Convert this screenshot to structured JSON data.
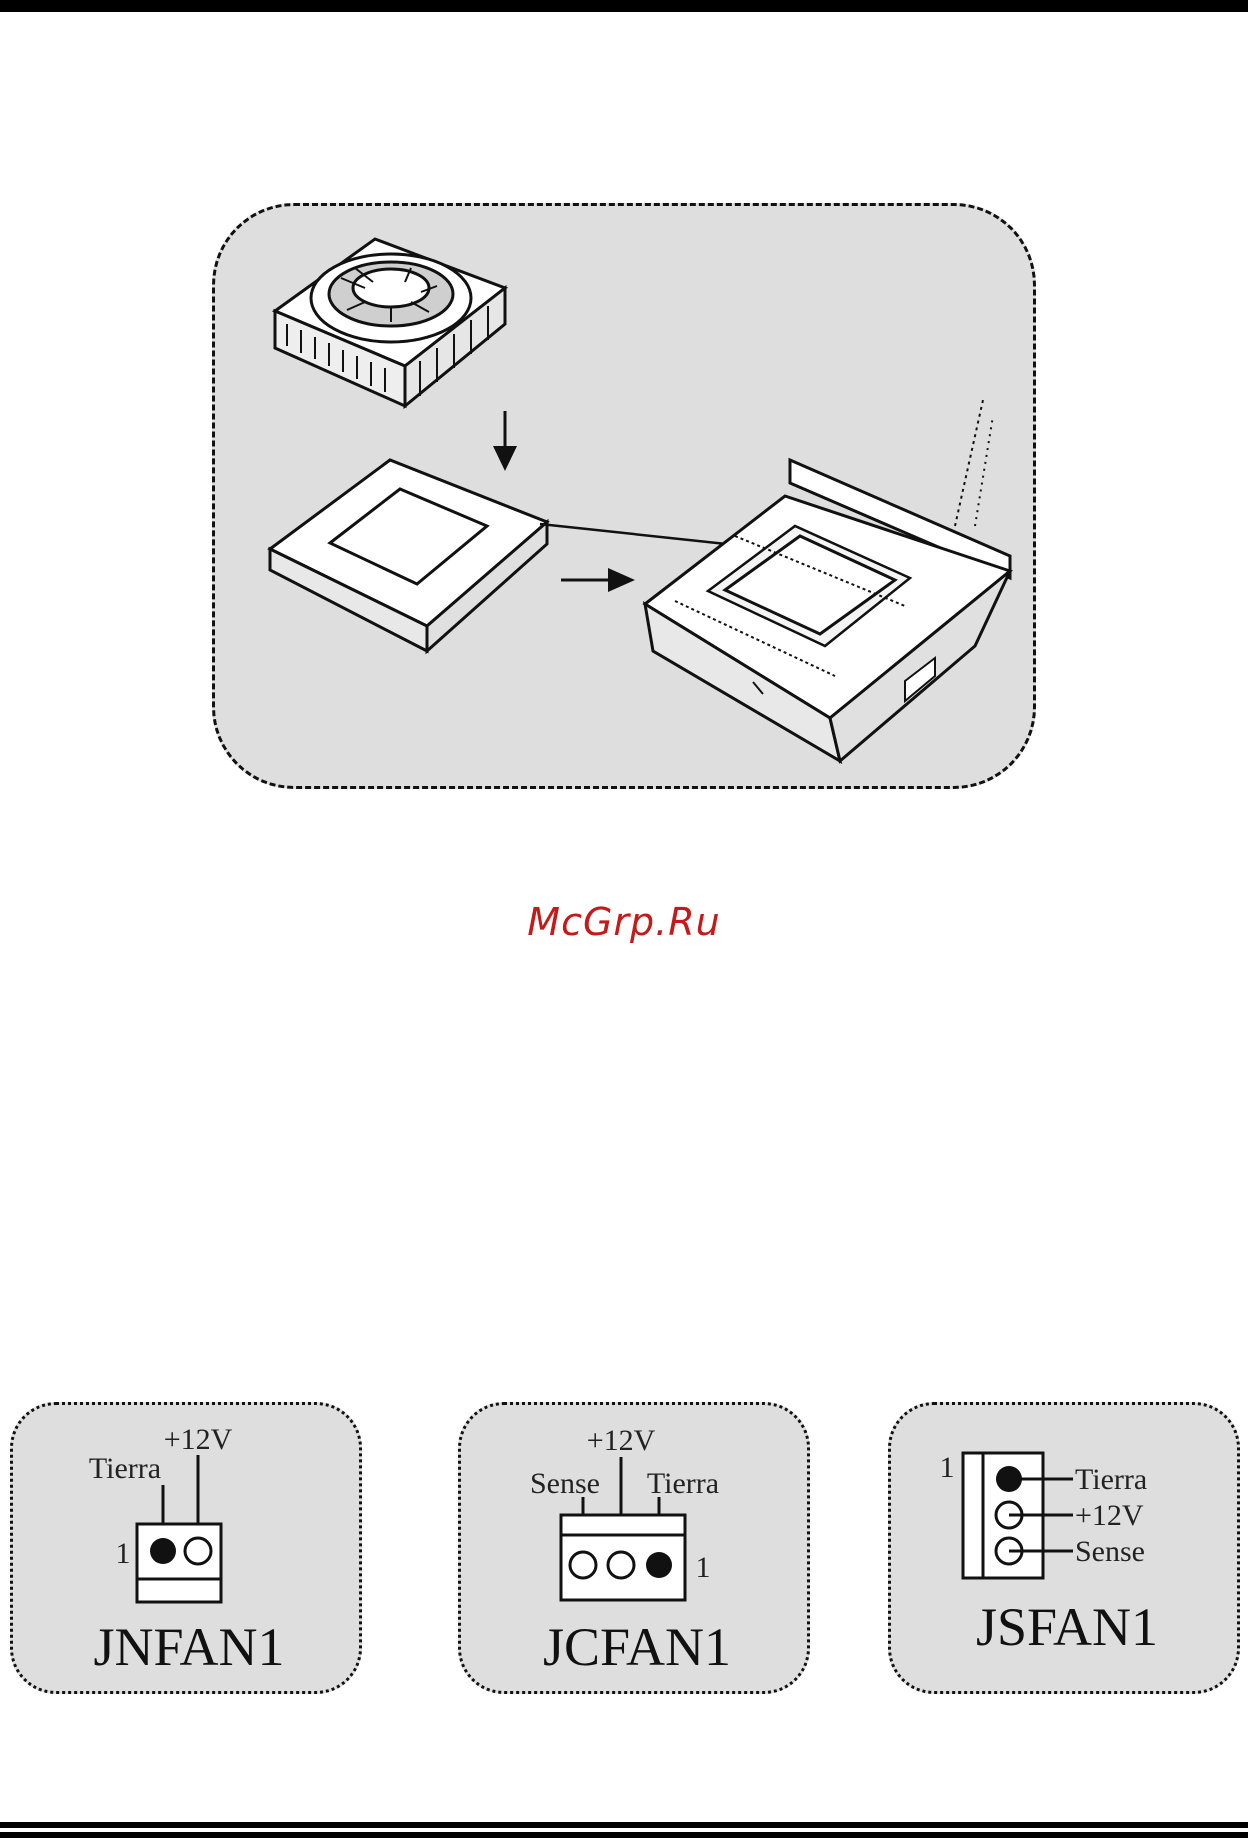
{
  "watermark": "McGrp.Ru",
  "fan_connectors": [
    {
      "id": "JNFAN1",
      "title": "JNFAN1",
      "pin_one_marker": "1",
      "pins": [
        "Tierra",
        "+12V"
      ]
    },
    {
      "id": "JCFAN1",
      "title": "JCFAN1",
      "pin_one_marker": "1",
      "pins": [
        "Sense",
        "+12V",
        "Tierra"
      ]
    },
    {
      "id": "JSFAN1",
      "title": "JSFAN1",
      "pin_one_marker": "1",
      "pins": [
        "Tierra",
        "+12V",
        "Sense"
      ]
    }
  ],
  "colors": {
    "panel": "#dedede",
    "ink": "#111111",
    "watermark": "#c41a1a"
  }
}
